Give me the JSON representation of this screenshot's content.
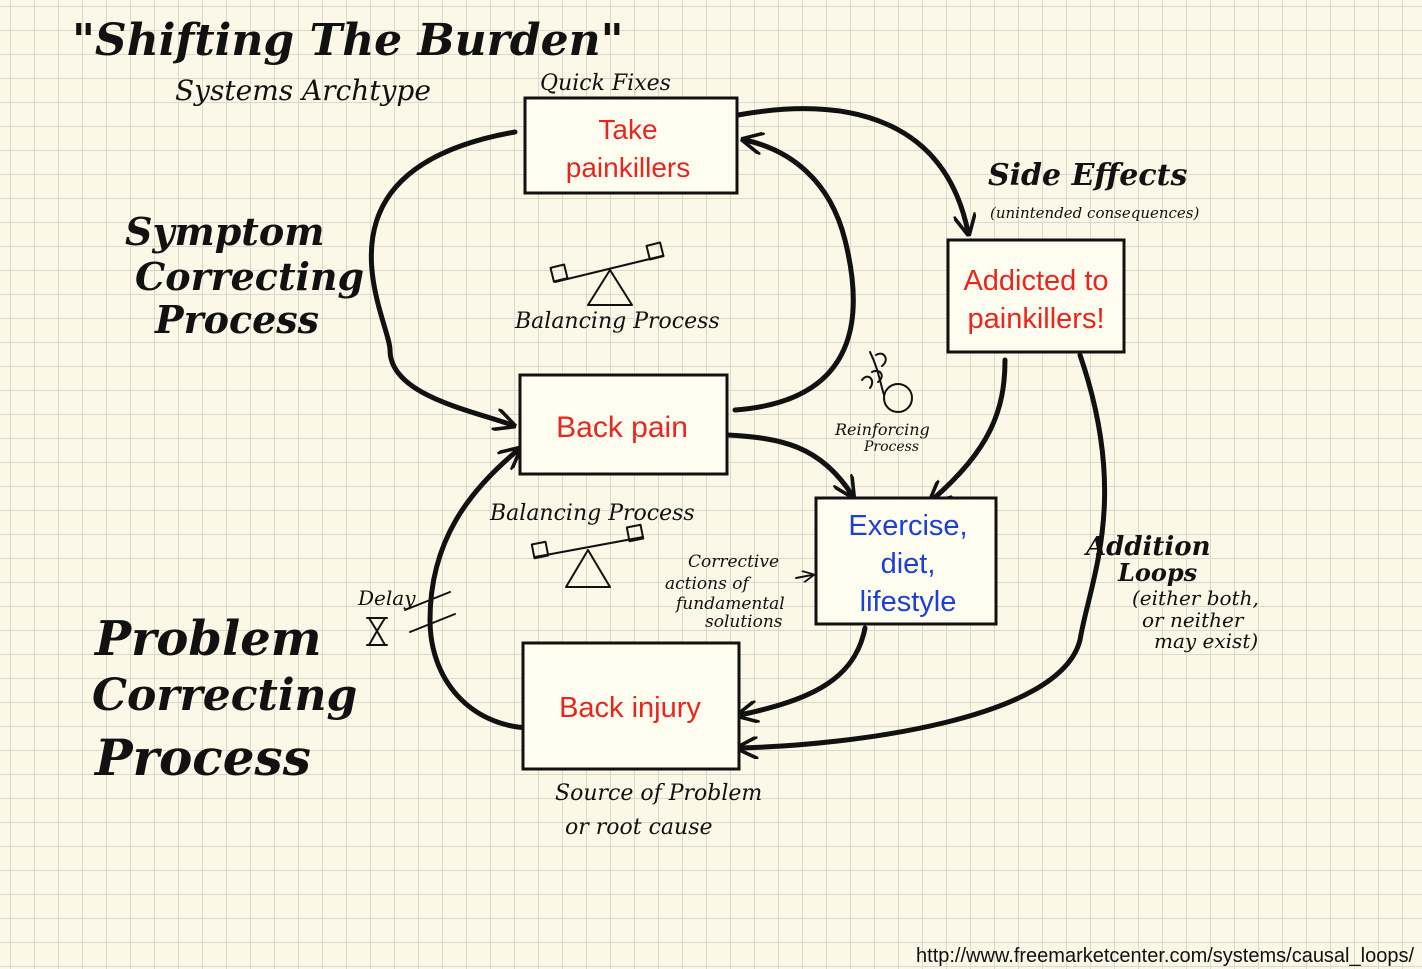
{
  "title": "\"Shifting The Burden\"",
  "subtitle": "Systems Archtype",
  "labels": {
    "quick_fixes": "Quick Fixes",
    "symptom_process": [
      "Symptom",
      "Correcting",
      "Process"
    ],
    "problem_process": [
      "Problem",
      "Correcting",
      "Process"
    ],
    "balancing_upper": "Balancing Process",
    "balancing_lower": "Balancing Process",
    "reinforcing": [
      "Reinforcing",
      "Process"
    ],
    "side_effects": "Side Effects",
    "unintended": "(unintended consequences)",
    "corrective": [
      "Corrective",
      "actions of",
      "fundamental",
      "solutions"
    ],
    "delay": "Delay",
    "addiction_loops": [
      "Addition",
      "Loops"
    ],
    "addiction_note": [
      "(either both,",
      "or neither",
      "may exist)"
    ],
    "source": [
      "Source of Problem",
      "or root cause"
    ]
  },
  "nodes": {
    "painkillers": [
      "Take",
      "painkillers"
    ],
    "back_pain": "Back pain",
    "addicted": [
      "Addicted to",
      "painkillers!"
    ],
    "exercise": [
      "Exercise,",
      "diet,",
      "lifestyle"
    ],
    "back_injury": "Back injury"
  },
  "source_url": "http://www.freemarketcenter.com/systems/causal_loops/",
  "colors": {
    "node_red": "#e8261e",
    "node_blue": "#1c3fd6",
    "ink": "#111111",
    "paper": "#fbf8e8"
  }
}
